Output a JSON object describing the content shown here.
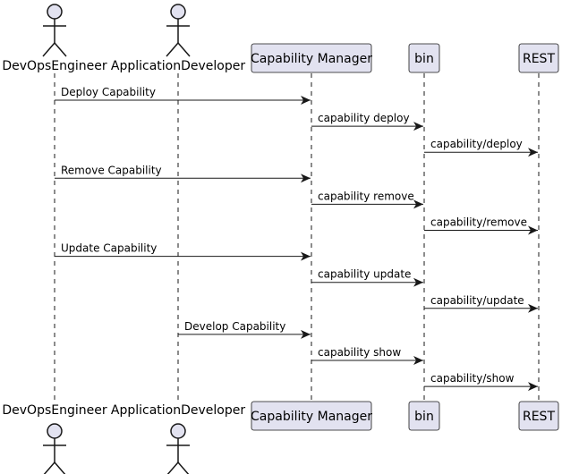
{
  "colors": {
    "participant_fill": "#e2e2f0",
    "participant_stroke": "#181818",
    "lifeline": "#181818",
    "arrow": "#181818",
    "background": "#ffffff"
  },
  "actors": [
    {
      "id": "devops",
      "label": "DevOpsEngineer",
      "kind": "actor"
    },
    {
      "id": "appdev",
      "label": "ApplicationDeveloper",
      "kind": "actor"
    },
    {
      "id": "capmgr",
      "label": "Capability Manager",
      "kind": "participant"
    },
    {
      "id": "bin",
      "label": "bin",
      "kind": "participant"
    },
    {
      "id": "rest",
      "label": "REST",
      "kind": "participant"
    }
  ],
  "messages": [
    {
      "from": "devops",
      "to": "capmgr",
      "label": "Deploy Capability"
    },
    {
      "from": "capmgr",
      "to": "bin",
      "label": "capability deploy"
    },
    {
      "from": "bin",
      "to": "rest",
      "label": "capability/deploy"
    },
    {
      "from": "devops",
      "to": "capmgr",
      "label": "Remove Capability"
    },
    {
      "from": "capmgr",
      "to": "bin",
      "label": "capability remove"
    },
    {
      "from": "bin",
      "to": "rest",
      "label": "capability/remove"
    },
    {
      "from": "devops",
      "to": "capmgr",
      "label": "Update Capability"
    },
    {
      "from": "capmgr",
      "to": "bin",
      "label": "capability update"
    },
    {
      "from": "bin",
      "to": "rest",
      "label": "capability/update"
    },
    {
      "from": "appdev",
      "to": "capmgr",
      "label": "Develop Capability"
    },
    {
      "from": "capmgr",
      "to": "bin",
      "label": "capability show"
    },
    {
      "from": "bin",
      "to": "rest",
      "label": "capability/show"
    }
  ]
}
